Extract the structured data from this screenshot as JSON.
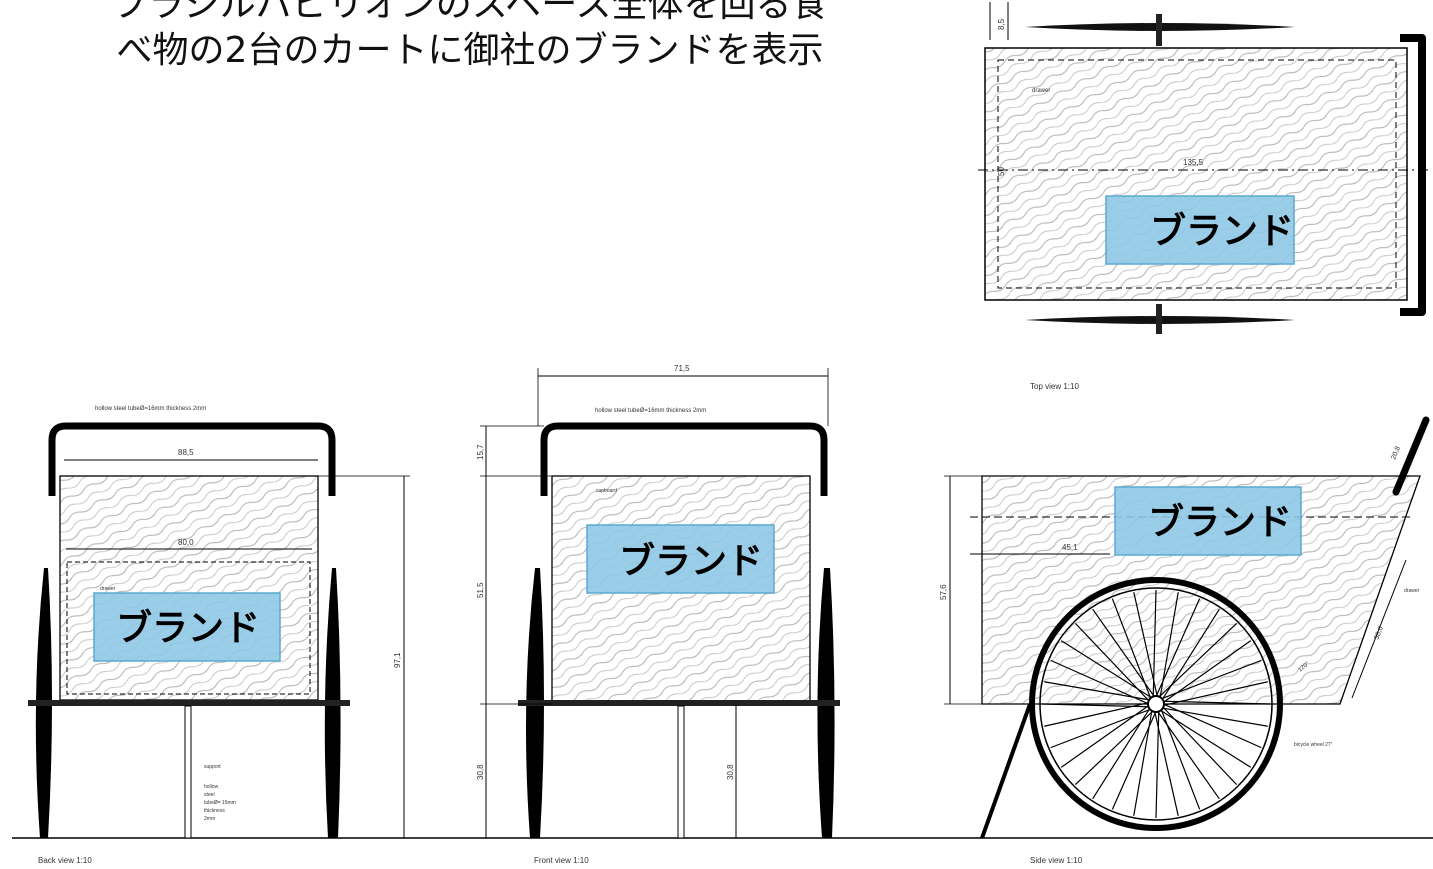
{
  "headline": {
    "line1": "ブラジルパビリオンのスペース全体を回る食",
    "line2": "べ物の2台のカートに御社のブランドを表示"
  },
  "brand_label": "ブランド",
  "colors": {
    "brand_box_fill": "#8ec8e6",
    "brand_box_stroke": "#5aa9d0",
    "line": "#000000",
    "hatch": "#b8b8b8"
  },
  "top_view": {
    "caption": "Top view 1:10",
    "dim_length": "135,5",
    "dim_side_a": "8,5",
    "dim_side_b": "50",
    "note": "drawer"
  },
  "back_view": {
    "caption": "Back view 1:10",
    "handle_note": "hollow steel tubeØ=16mm thickness 2mm",
    "dim_handle": "88,5",
    "dim_inner": "80,0",
    "dim_height": "97,1",
    "drawer_label": "drawer",
    "support_note": [
      "support",
      "hollow",
      "steel",
      "tubeØ= 15mm",
      "thickness",
      "2mm"
    ]
  },
  "front_view": {
    "caption": "Front view 1:10",
    "dim_width": "71,5",
    "handle_note": "hollow steel tubeØ=16mm thickness 2mm",
    "dim_handle_h": "15,7",
    "dim_body_h": "51,5",
    "dim_leg_h": "30,8",
    "dim_leg_h2": "30,8",
    "label_small": "cupboard"
  },
  "side_view": {
    "caption": "Side view 1:10",
    "dim_body_h": "57,6",
    "dim_inner": "45,1",
    "dim_handle": "20,8",
    "dim_strut": "38,0",
    "angle": "120°",
    "wheel_note": "bicycle wheel 27\"",
    "drawer_label": "drawer"
  }
}
